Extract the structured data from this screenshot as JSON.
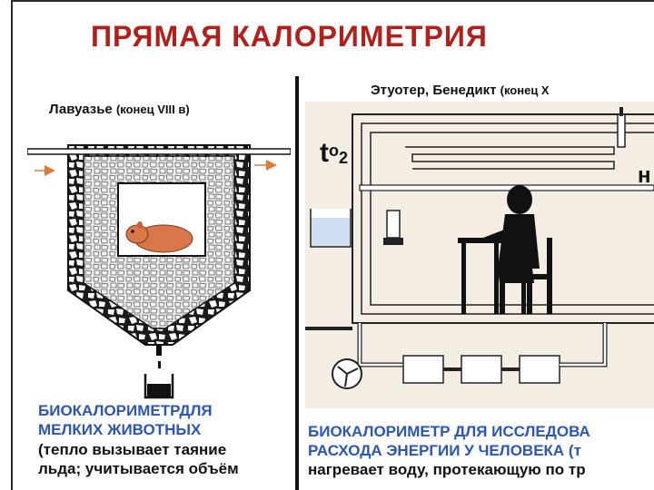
{
  "title": "ПРЯМАЯ КАЛОРИМЕТРИЯ",
  "left": {
    "heading_name": "Лавуазье",
    "heading_note": "(конец VIII в)",
    "caption_blue": [
      "БИОКАЛОРИМЕТРДЛЯ",
      "МЕЛКИХ ЖИВОТНЫХ"
    ],
    "caption_black": [
      "(тепло вызывает таяние",
      "льда; учитывается объём"
    ]
  },
  "right": {
    "heading_name": "Этуотер, Бенедикт",
    "heading_note": "(конец Х",
    "t_symbol": "t",
    "t_sup": "o",
    "t_sub": "2",
    "h_label": "н",
    "caption_blue": [
      "БИОКАЛОРИМЕТР ДЛЯ ИССЛЕДОВА",
      "РАСХОДА ЭНЕРГИИ У ЧЕЛОВЕКА (т"
    ],
    "caption_black": [
      "нагревает воду, протекающую по тр"
    ]
  },
  "colors": {
    "title": "#b3201c",
    "caption_blue": "#2b56b3",
    "arrow": "#e07a3a",
    "animal": "#d9774a",
    "ice": "#f2f2f2",
    "chamber_bg": "#f3ede4"
  }
}
